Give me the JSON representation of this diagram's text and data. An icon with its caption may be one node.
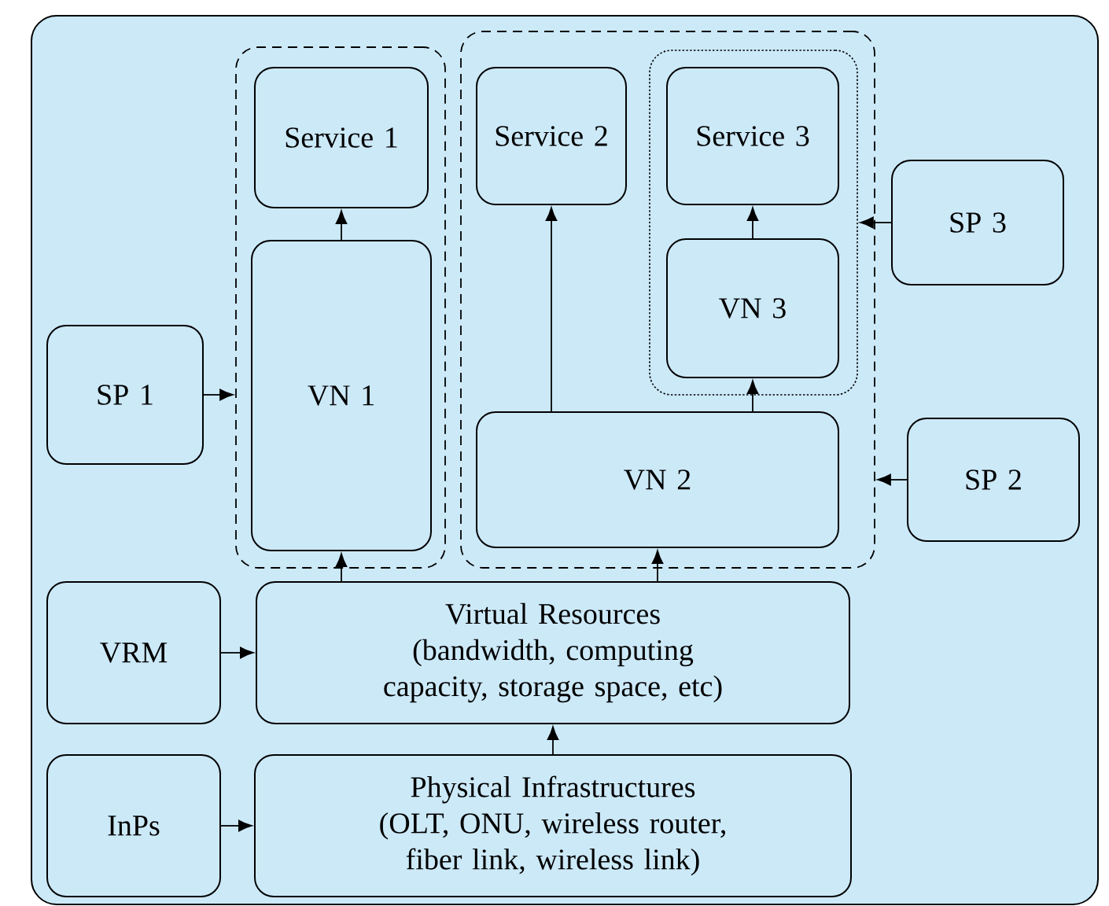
{
  "diagram": {
    "nodes": [
      {
        "text": [],
        "shape": "box"
      },
      {
        "text": [
          "Service 1"
        ],
        "in": 0
      },
      {
        "text": [
          "VN 1"
        ],
        "in": 0
      },
      {
        "text": [],
        "shape": "box"
      },
      {
        "text": [
          "Service 2"
        ],
        "in": 3
      },
      {
        "text": [],
        "shape": "box",
        "in": 3
      },
      {
        "text": [
          "Service 3"
        ],
        "in": 5
      },
      {
        "text": [
          "VN 3"
        ],
        "in": 5
      },
      {
        "text": [
          "VN 2"
        ],
        "in": 3
      },
      {
        "text": [
          "SP 1"
        ]
      },
      {
        "text": [
          "SP 3"
        ]
      },
      {
        "text": [
          "SP 2"
        ]
      },
      {
        "text": [
          "VRM"
        ]
      },
      {
        "text": [
          "Virtual Resources",
          "(bandwidth,  computing capacity, storage space, etc)"
        ]
      },
      {
        "text": [
          "InPs"
        ]
      },
      {
        "text": [
          "Physical Infrastructures",
          "(OLT, ONU, wireless router, fiber link, wireless link)"
        ]
      }
    ],
    "edges": [
      {
        "from": 2,
        "to": 1,
        "arrow": "to"
      },
      {
        "from": 8,
        "to": 4,
        "arrow": "to"
      },
      {
        "from": 7,
        "to": 6,
        "arrow": "to"
      },
      {
        "from": 8,
        "to": 7,
        "arrow": "to"
      },
      {
        "from": 9,
        "to": 0,
        "arrow": "to"
      },
      {
        "from": 10,
        "to": 5,
        "arrow": "to"
      },
      {
        "from": 11,
        "to": 3,
        "arrow": "to"
      },
      {
        "from": 13,
        "to": 2,
        "arrow": "to"
      },
      {
        "from": 13,
        "to": 8,
        "arrow": "to"
      },
      {
        "from": 12,
        "to": 13,
        "arrow": "to"
      },
      {
        "from": 14,
        "to": 15,
        "arrow": "to"
      },
      {
        "from": 15,
        "to": 13,
        "arrow": "to"
      }
    ]
  }
}
